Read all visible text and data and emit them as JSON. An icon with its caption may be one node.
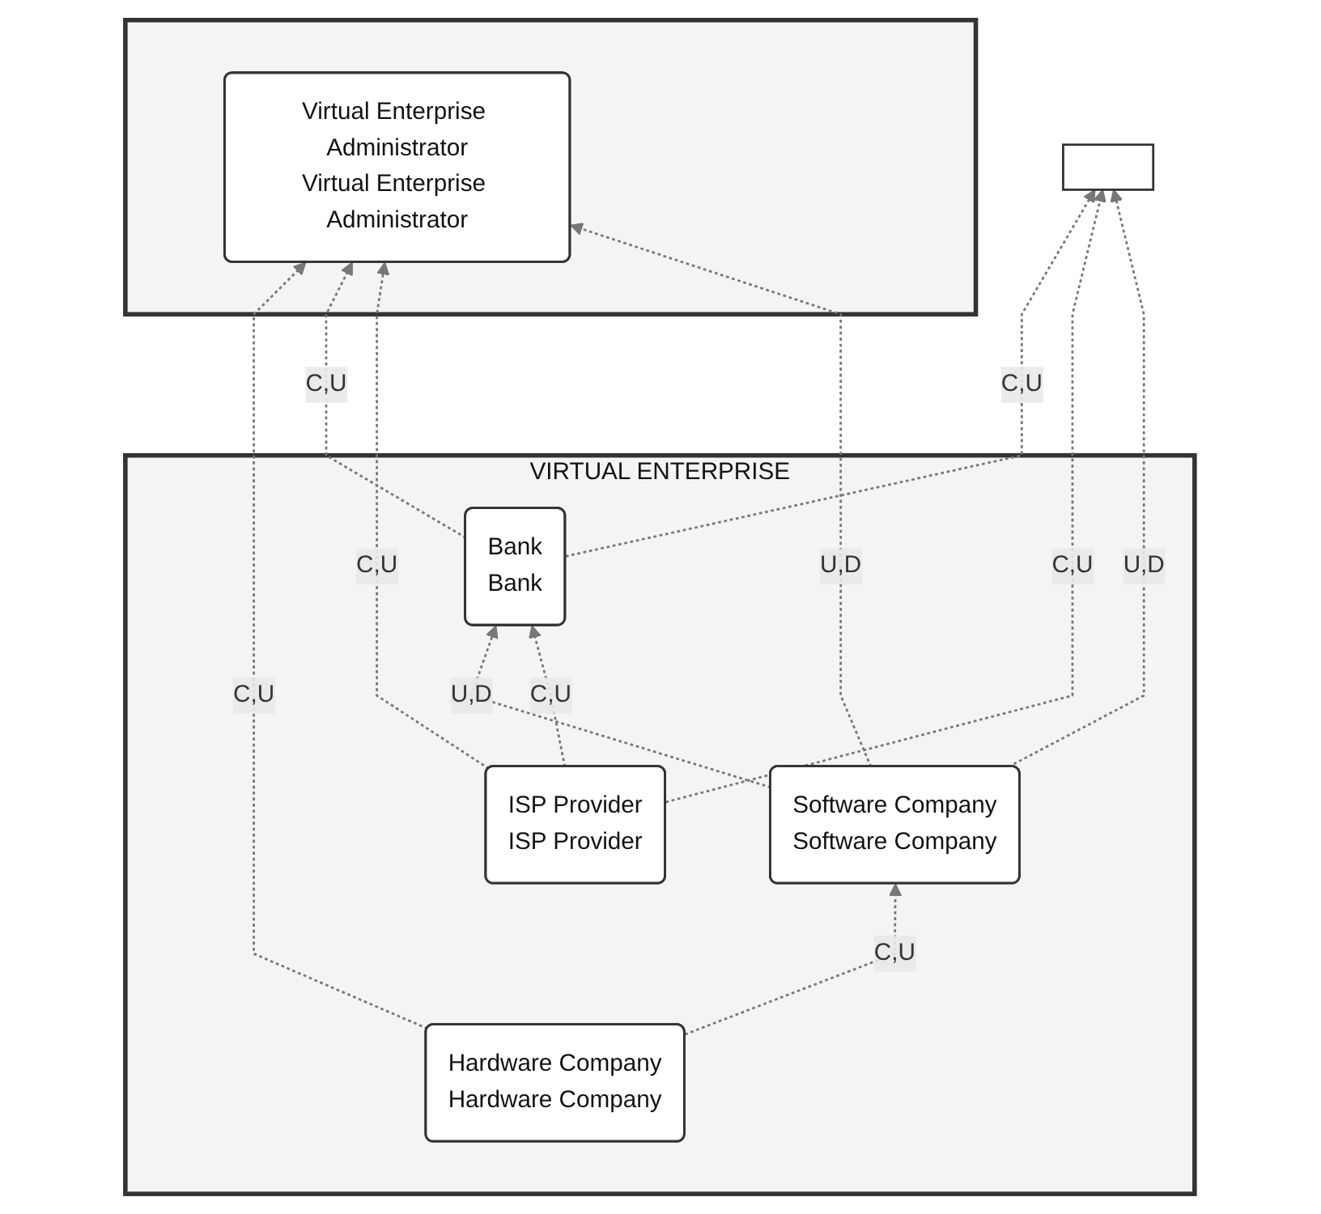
{
  "diagram": {
    "nodes": [
      {
        "text": [],
        "shape": "box"
      },
      {
        "text": [
          "Virtual Enterprise Administrator",
          "Virtual Enterprise Administrator"
        ],
        "in": 0
      },
      {
        "text": [
          "VIRTUAL ENTERPRISE"
        ]
      },
      {
        "text": [
          "Hardware Company",
          "Hardware Company"
        ],
        "in": 2
      },
      {
        "text": [
          "Software Company",
          "Software Company"
        ],
        "in": 2
      },
      {
        "text": [
          "Bank",
          "Bank"
        ],
        "in": 2
      },
      {
        "text": [
          "ISP Provider",
          "ISP Provider"
        ],
        "in": 2
      },
      {
        "text": [],
        "shape": "box"
      }
    ],
    "edges": [
      {
        "from": 3,
        "to": 1,
        "arrow": "to",
        "label": "C,U",
        "style": "dashed"
      },
      {
        "from": 5,
        "to": 1,
        "arrow": "to",
        "label": "C,U",
        "style": "dashed"
      },
      {
        "from": 6,
        "to": 1,
        "arrow": "to",
        "label": "C,U",
        "style": "dashed"
      },
      {
        "from": 4,
        "to": 1,
        "arrow": "to",
        "label": "U,D",
        "style": "dashed"
      },
      {
        "from": 3,
        "to": 4,
        "arrow": "to",
        "label": "C,U",
        "style": "dashed"
      },
      {
        "from": 4,
        "to": 5,
        "arrow": "to",
        "label": "U,D",
        "style": "dashed"
      },
      {
        "from": 5,
        "to": 7,
        "arrow": "to",
        "label": "C,U",
        "style": "dashed"
      },
      {
        "from": 6,
        "to": 5,
        "arrow": "to",
        "label": "C,U",
        "style": "dashed"
      },
      {
        "from": 6,
        "to": 7,
        "arrow": "to",
        "label": "C,U",
        "style": "dashed"
      },
      {
        "from": 4,
        "to": 7,
        "arrow": "to",
        "label": "U,D",
        "style": "dashed"
      }
    ]
  }
}
